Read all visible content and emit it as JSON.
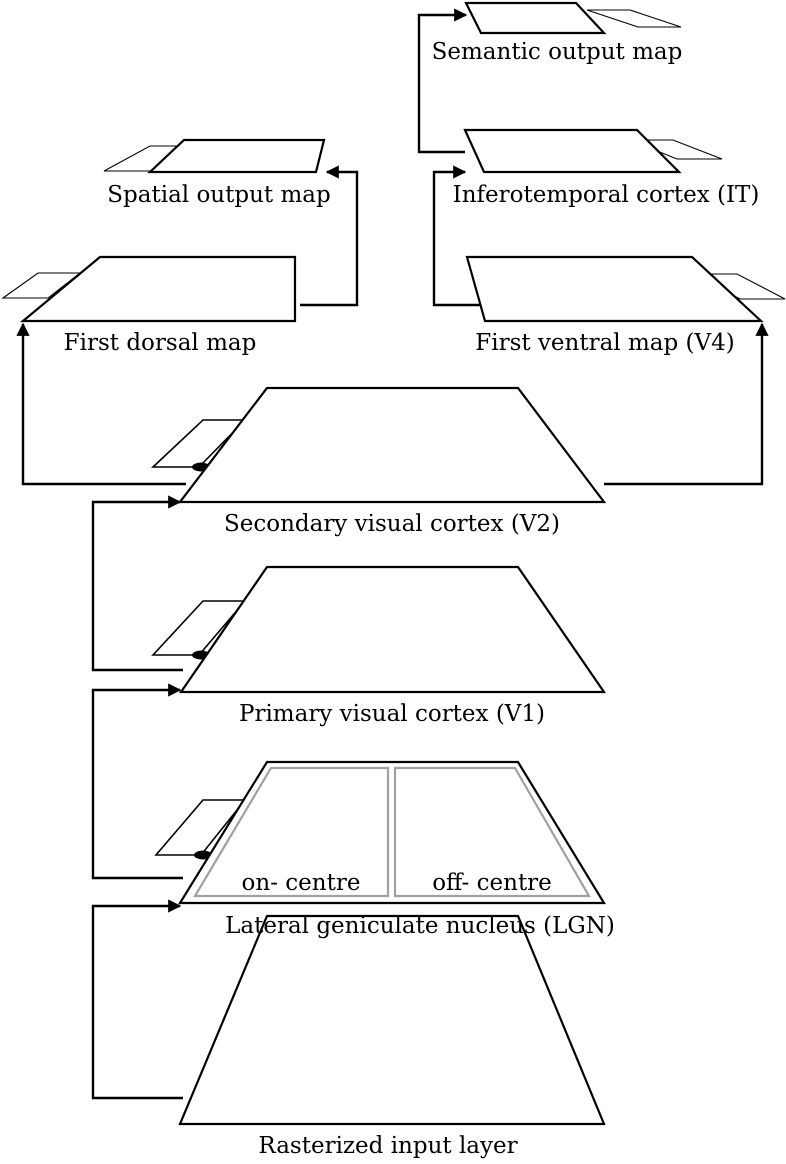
{
  "labels": {
    "semantic_output": "Semantic output map",
    "inferotemporal": "Inferotemporal cortex (IT)",
    "spatial_output": "Spatial output map",
    "first_dorsal": "First dorsal map",
    "first_ventral": "First ventral map (V4)",
    "v2": "Secondary visual cortex (V2)",
    "v1": "Primary visual cortex (V1)",
    "lgn": "Lateral geniculate nucleus (LGN)",
    "lgn_on": "on- centre",
    "lgn_off": "off- centre",
    "input": "Rasterized input layer"
  }
}
